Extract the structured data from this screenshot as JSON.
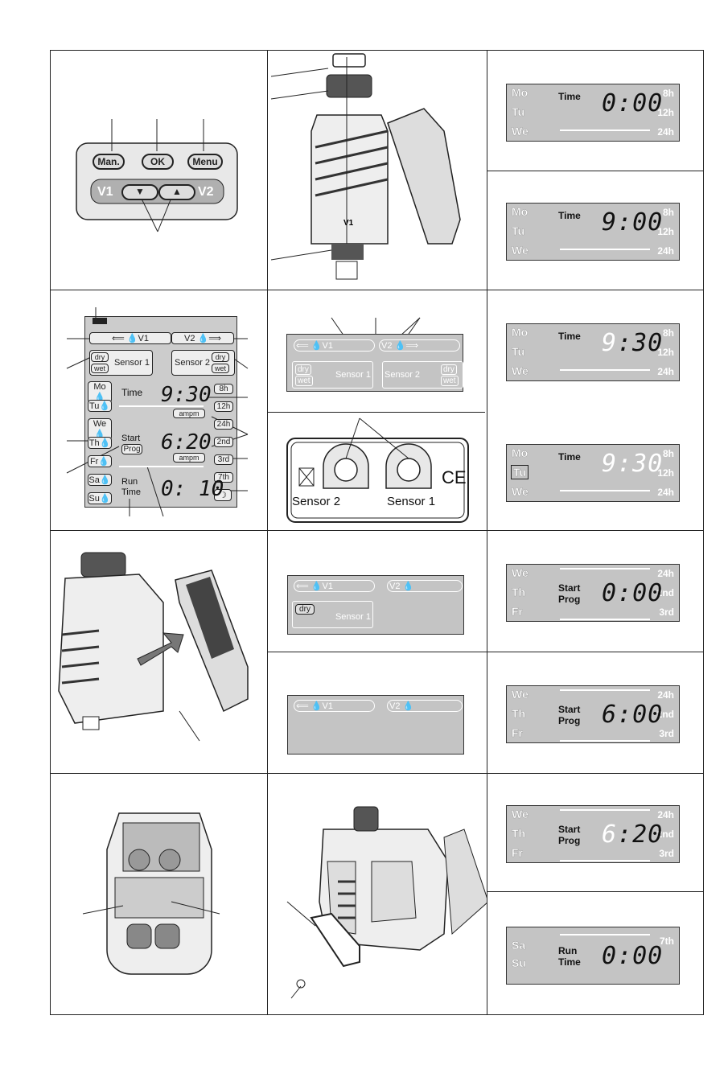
{
  "panel": {
    "buttons": [
      "Man.",
      "OK",
      "Menu"
    ],
    "v1": "V1",
    "v2": "V2"
  },
  "sensor_small": {
    "v1": "V1",
    "v2": "V2",
    "sensor1": "Sensor 1",
    "sensor2": "Sensor 2",
    "dry": "dry",
    "wet": "wet"
  },
  "ports": {
    "sensor2": "Sensor 2",
    "sensor1": "Sensor 1",
    "ce": "CE"
  },
  "v1box_a": {
    "v1": "V1",
    "v2": "V2",
    "dry": "dry",
    "sensor1": "Sensor 1"
  },
  "v1box_b": {
    "v1": "V1",
    "v2": "V2"
  },
  "full": {
    "v1": "V1",
    "v2": "V2",
    "sensor1": "Sensor 1",
    "sensor2": "Sensor 2",
    "dry": "dry",
    "wet": "wet",
    "days": [
      "Mo",
      "Tu",
      "We",
      "Th",
      "Fr",
      "Sa",
      "Su"
    ],
    "ranges": [
      "8h",
      "12h",
      "24h",
      "2nd",
      "3rd",
      "7th"
    ],
    "time_label": "Time",
    "time_digits": "9:30",
    "ampm": "ampm",
    "start": "Start",
    "prog": "Prog",
    "start_digits": "6:20",
    "run": "Run",
    "runtime": "Time",
    "run_digits": "0: 10"
  },
  "displays": [
    {
      "days": [
        "Mo",
        "Tu",
        "We"
      ],
      "ranges": [
        "8h",
        "12h",
        "24h"
      ],
      "label": [
        "Time"
      ],
      "hour": "0",
      "min": "00",
      "dim": ""
    },
    {
      "days": [
        "Mo",
        "Tu",
        "We"
      ],
      "ranges": [
        "8h",
        "12h",
        "24h"
      ],
      "label": [
        "Time"
      ],
      "hour": "9",
      "min": "00",
      "dim": ""
    },
    {
      "days": [
        "Mo",
        "Tu",
        "We"
      ],
      "ranges": [
        "8h",
        "12h",
        "24h"
      ],
      "label": [
        "Time"
      ],
      "hour": "9",
      "min": "30",
      "dim": "hour"
    },
    {
      "days": [
        "Mo",
        "Tu",
        "We"
      ],
      "ranges": [
        "8h",
        "12h",
        "24h"
      ],
      "label": [
        "Time"
      ],
      "hour": "9",
      "min": "30",
      "dim": "all",
      "boxed": "Tu"
    },
    {
      "days": [
        "We",
        "Th",
        "Fr"
      ],
      "ranges": [
        "24h",
        "2nd",
        "3rd"
      ],
      "label": [
        "Start",
        "Prog"
      ],
      "hour": "0",
      "min": "00",
      "dim": ""
    },
    {
      "days": [
        "We",
        "Th",
        "Fr"
      ],
      "ranges": [
        "24h",
        "2nd",
        "3rd"
      ],
      "label": [
        "Start",
        "Prog"
      ],
      "hour": "6",
      "min": "00",
      "dim": ""
    },
    {
      "days": [
        "We",
        "Th",
        "Fr"
      ],
      "ranges": [
        "24h",
        "2nd",
        "3rd"
      ],
      "label": [
        "Start",
        "Prog"
      ],
      "hour": "6",
      "min": "20",
      "dim": "hour"
    },
    {
      "days": [
        "Sa",
        "Su"
      ],
      "ranges": [
        "7th"
      ],
      "label": [
        "Run",
        "Time"
      ],
      "hour": "0",
      "min": "00",
      "dim": ""
    }
  ]
}
